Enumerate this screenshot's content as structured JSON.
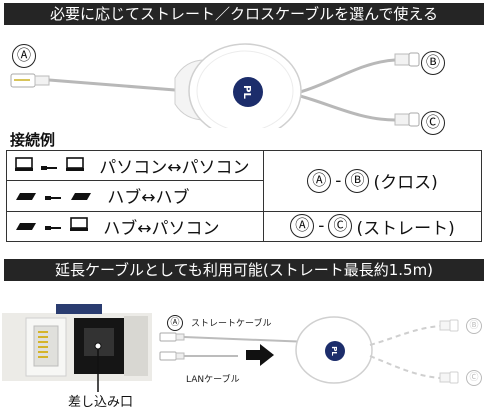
{
  "header1": "必要に応じてストレート／クロスケーブルを選んで使える",
  "markers": {
    "a": "Ⓐ",
    "b": "Ⓑ",
    "c": "Ⓒ"
  },
  "reel_logo": "PL",
  "example_heading": "接続例",
  "connections": [
    {
      "icons": [
        "pc-icon",
        "pc-icon"
      ],
      "label": "パソコン↔パソコン"
    },
    {
      "icons": [
        "hub-icon",
        "hub-icon"
      ],
      "label": "ハブ↔ハブ"
    },
    {
      "icons": [
        "hub-icon",
        "pc-icon"
      ],
      "label": "ハブ↔パソコン"
    }
  ],
  "cross": {
    "a": "Ⓐ",
    "dash": "-",
    "b": "Ⓑ",
    "label": "(クロス)"
  },
  "straight": {
    "a": "Ⓐ",
    "dash": "-",
    "c": "Ⓒ",
    "label": "(ストレート)"
  },
  "header2": "延長ケーブルとしても利用可能(ストレート最長約1.5m)",
  "port_label": "差し込み口",
  "straight_cable_label": "ストレートケーブル",
  "lan_cable_label": "LANケーブル",
  "colors": {
    "band": "#252525",
    "reel_badge": "#1c2d6b",
    "port_face": "#ecebe7"
  }
}
